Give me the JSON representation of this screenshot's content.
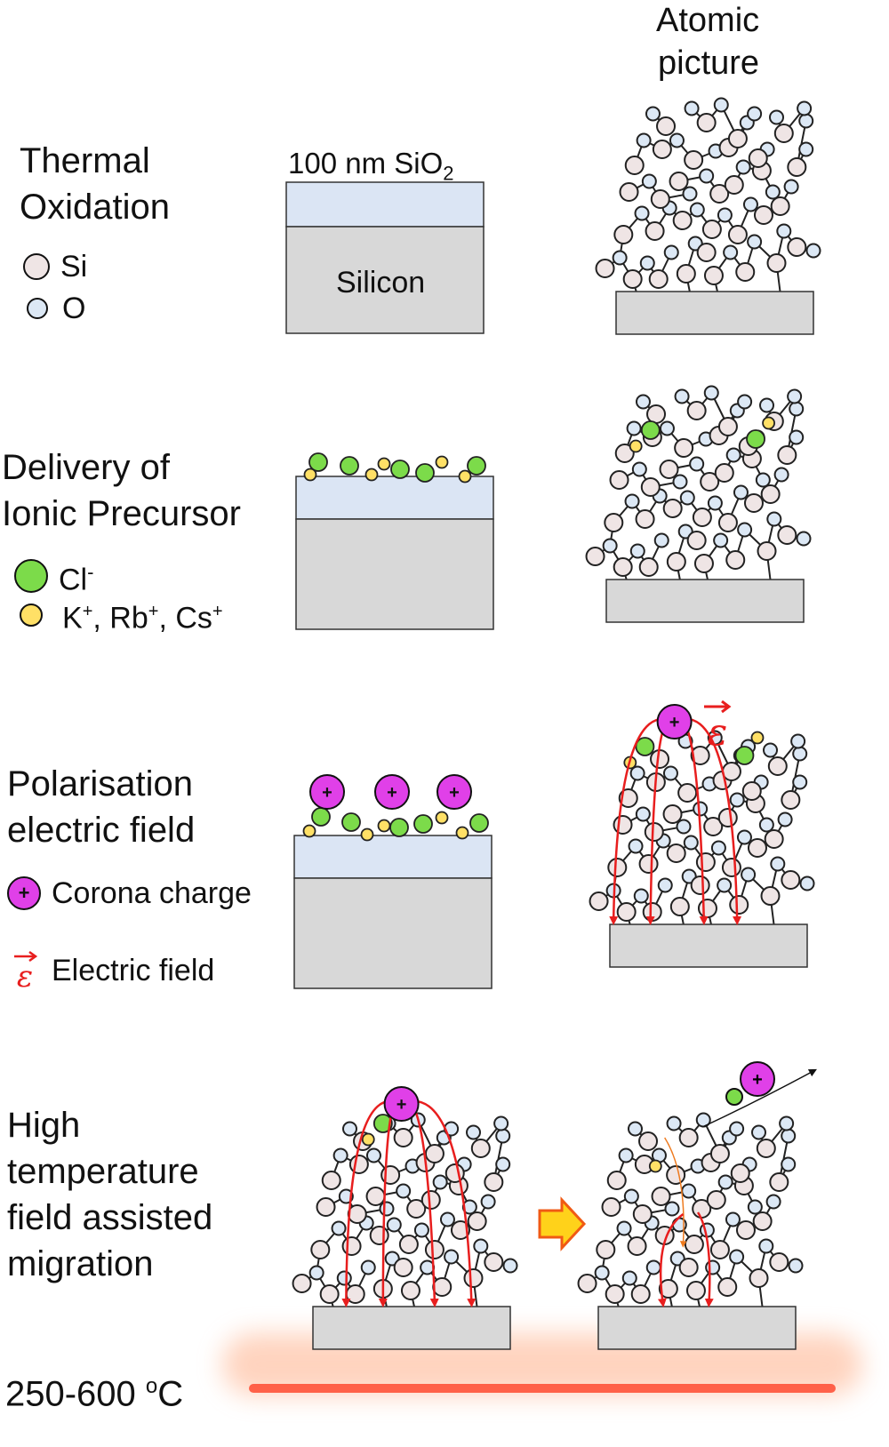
{
  "header": {
    "line1": "Atomic",
    "line2": "picture"
  },
  "colors": {
    "si": "#efe5e5",
    "o": "#dce8f5",
    "cl": "#7cdb4a",
    "cation": "#ffe066",
    "corona": "#e040e8",
    "field": "#e81e1e",
    "oxide": "#dbe5f4",
    "silicon": "#d8d8d8",
    "heat": "#ff5030",
    "migration": "#ee7a1e",
    "arrow_fill": "#ffd21a",
    "arrow_stroke": "#f05a14"
  },
  "row1": {
    "title1": "Thermal",
    "title2": "Oxidation",
    "legend": {
      "si": "Si",
      "o": "O"
    },
    "oxide_label": "100 nm SiO",
    "oxide_sub": "2",
    "silicon_label": "Silicon"
  },
  "row2": {
    "title1": "Delivery of",
    "title2": "Ionic Precursor",
    "legend": {
      "cl": "Cl",
      "cl_sup": "-",
      "k": "K",
      "rb": "Rb",
      "cs": "Cs",
      "plus": "+",
      "sep": ", "
    }
  },
  "row3": {
    "title1": "Polarisation",
    "title2": "electric field",
    "legend": {
      "corona": "Corona charge",
      "field": "Electric field"
    },
    "plus": "+"
  },
  "row4": {
    "title1": "High",
    "title2": "temperature",
    "title3": "field assisted",
    "title4": "migration",
    "temperature": "250-600 ",
    "temp_unit_sup": "o",
    "temp_unit": "C"
  }
}
